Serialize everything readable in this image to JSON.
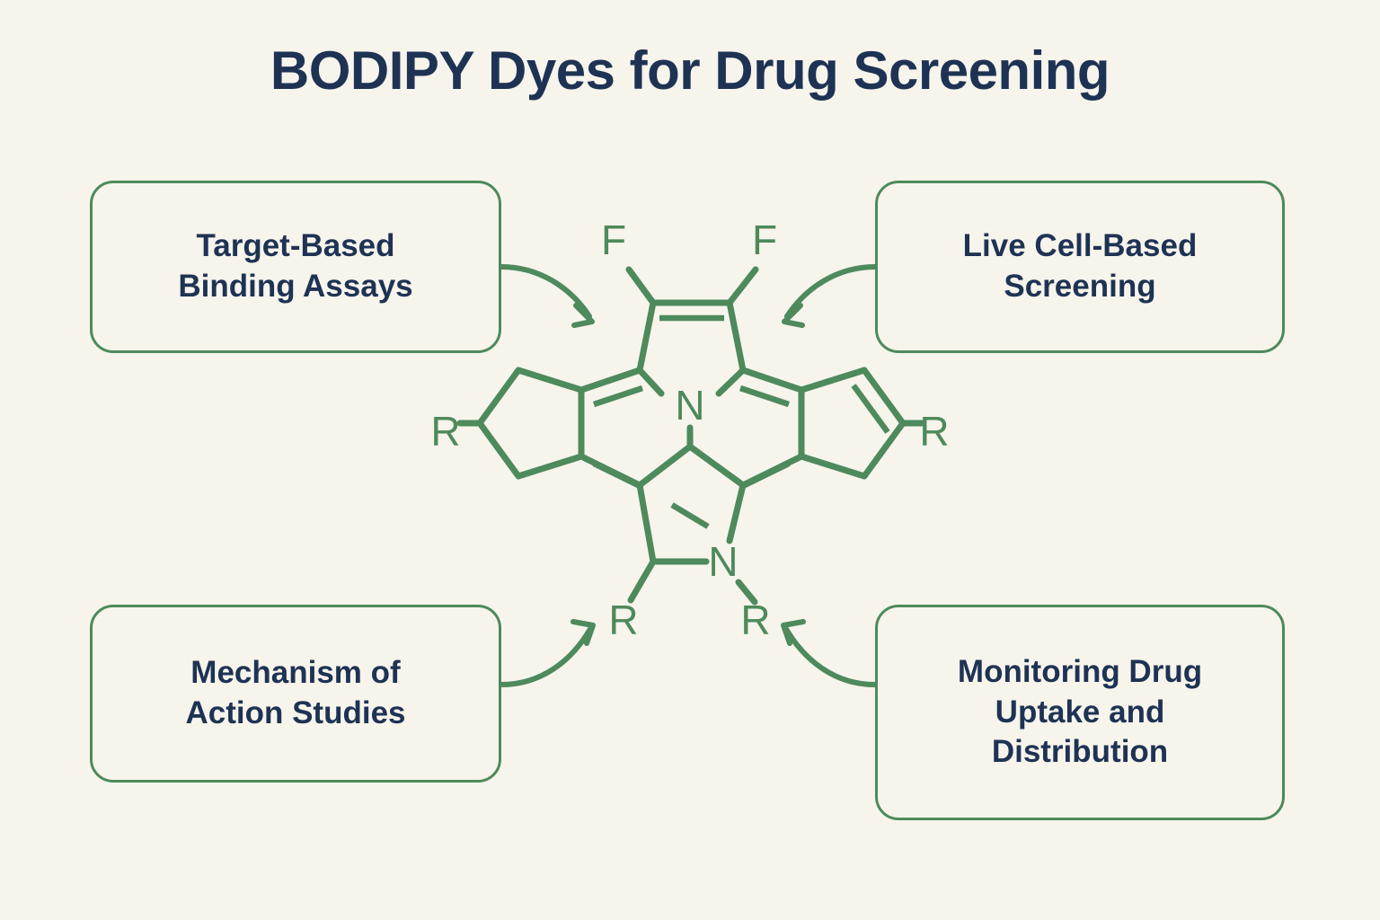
{
  "page": {
    "title": "BODIPY Dyes for Drug Screening",
    "background_color": "#f7f4ec",
    "accent_green": "#4d8a5c",
    "text_navy": "#1e3354"
  },
  "cards": [
    {
      "id": "top-left",
      "label": "Target-Based\nBinding Assays"
    },
    {
      "id": "top-right",
      "label": "Live Cell-Based\nScreening"
    },
    {
      "id": "bottom-left",
      "label": "Mechanism of\nAction Studies"
    },
    {
      "id": "bottom-right",
      "label": "Monitoring Drug\nUptake and\nDistribution"
    }
  ],
  "card_labels": {
    "top_left_line1": "Target-Based",
    "top_left_line2": "Binding Assays",
    "top_right_line1": "Live Cell-Based",
    "top_right_line2": "Screening",
    "bottom_left_line1": "Mechanism of",
    "bottom_left_line2": "Action Studies",
    "bottom_right_line1": "Monitoring Drug",
    "bottom_right_line2": "Uptake and",
    "bottom_right_line3": "Distribution"
  },
  "molecule": {
    "name": "BODIPY core skeleton",
    "atom_labels": {
      "fluorine_left": "F",
      "fluorine_right": "F",
      "nitrogen_center": "N",
      "nitrogen_bottom": "N",
      "r_left": "R",
      "r_right": "R",
      "r_bottom_left": "R",
      "r_bottom_right": "R"
    },
    "color": "#4d8a5c"
  },
  "arrows": {
    "count": 4,
    "color": "#4d8a5c",
    "directions": [
      "top-left-to-center",
      "top-right-to-center",
      "bottom-left-to-center",
      "bottom-right-to-center"
    ]
  }
}
